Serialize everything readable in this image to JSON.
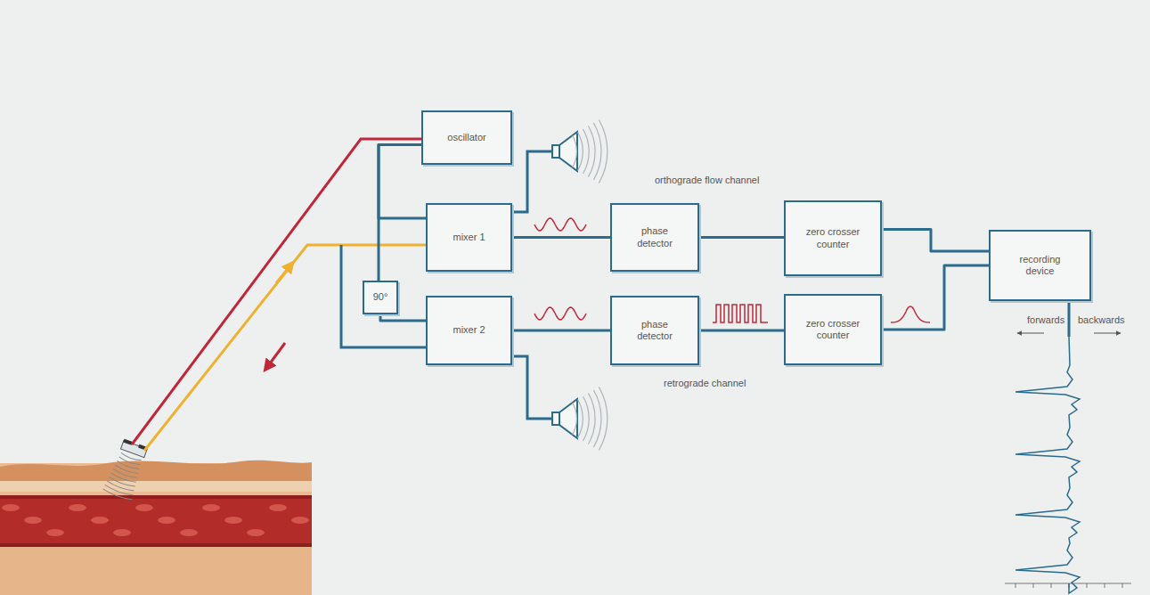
{
  "diagram": {
    "nodes": [
      {
        "text": [
          "oscillator"
        ]
      },
      {
        "text": [
          "mixer 1"
        ]
      },
      {
        "text": [
          "90°"
        ]
      },
      {
        "text": [
          "mixer 2"
        ]
      },
      {
        "text": [
          "phase detector"
        ]
      },
      {
        "text": [
          "zero crosser counter"
        ]
      },
      {
        "text": [
          "phase detector"
        ]
      },
      {
        "text": [
          "zero crosser counter"
        ]
      },
      {
        "text": [
          "recording device"
        ]
      }
    ],
    "edges": [
      {
        "from": 0,
        "to": 1,
        "arrow": "none"
      },
      {
        "from": 0,
        "to": 2,
        "arrow": "none"
      },
      {
        "from": 2,
        "to": 3,
        "arrow": "none"
      },
      {
        "from": 1,
        "to": 4,
        "arrow": "none"
      },
      {
        "from": 4,
        "to": 5,
        "arrow": "none"
      },
      {
        "from": 3,
        "to": 6,
        "arrow": "none"
      },
      {
        "from": 6,
        "to": 7,
        "arrow": "none"
      },
      {
        "from": 5,
        "to": 8,
        "arrow": "none"
      },
      {
        "from": 7,
        "to": 8,
        "arrow": "none"
      }
    ],
    "labels": [
      "orthograde flow channel",
      "retrograde channel",
      "forwards",
      "backwards"
    ]
  }
}
